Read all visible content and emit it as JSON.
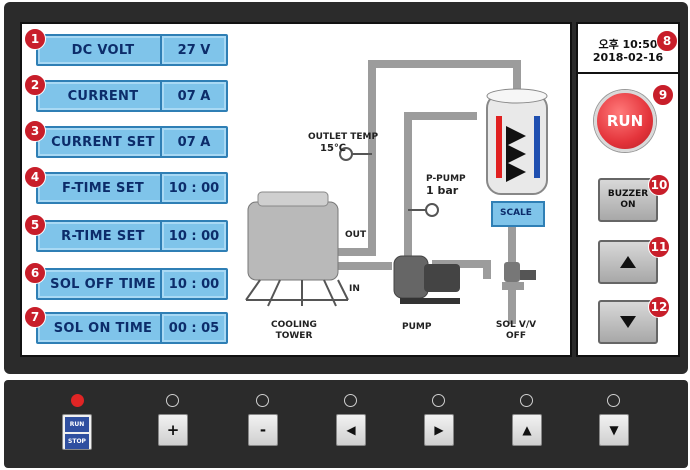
{
  "settings": [
    {
      "n": "1",
      "label": "DC VOLT",
      "value": "27 V"
    },
    {
      "n": "2",
      "label": "CURRENT",
      "value": "07 A"
    },
    {
      "n": "3",
      "label": "CURRENT SET",
      "value": "07 A"
    },
    {
      "n": "4",
      "label": "F-TIME SET",
      "value": "10 : 00"
    },
    {
      "n": "5",
      "label": "R-TIME SET",
      "value": "10 : 00"
    },
    {
      "n": "6",
      "label": "SOL OFF TIME",
      "value": "10 : 00"
    },
    {
      "n": "7",
      "label": "SOL ON TIME",
      "value": "00 : 05"
    }
  ],
  "diagram": {
    "outlet_temp_label": "OUTLET TEMP",
    "outlet_temp_value": "15℃",
    "ppump_label": "P-PUMP",
    "ppump_value": "1 bar",
    "out_label": "OUT",
    "in_label": "IN",
    "scale_label": "SCALE",
    "cooling_tower_line1": "COOLING",
    "cooling_tower_line2": "TOWER",
    "pump_label": "PUMP",
    "solvv_line1": "SOL V/V",
    "solvv_line2": "OFF"
  },
  "clock": {
    "n": "8",
    "time": "오후 10:50",
    "date": "2018-02-16"
  },
  "side_buttons": {
    "run": {
      "n": "9",
      "label": "RUN"
    },
    "buzzer": {
      "n": "10",
      "line1": "BUZZER",
      "line2": "ON"
    },
    "up_n": "11",
    "down_n": "12"
  },
  "keypad": {
    "run_label": "RUN",
    "stop_label": "STOP",
    "plus": "+",
    "minus": "-",
    "left": "◀",
    "right": "▶",
    "up": "▲",
    "down": "▼"
  },
  "colors": {
    "accent_blue": "#7fc4ea",
    "badge_red": "#c81e2a",
    "run_red": "#e4343b",
    "led_on": "#e02525"
  }
}
